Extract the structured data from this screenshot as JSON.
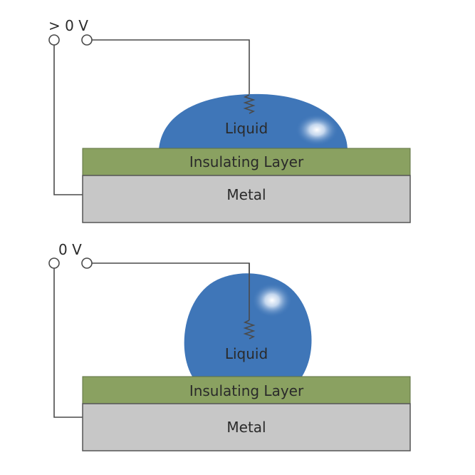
{
  "colors": {
    "liquid": "#3f76b8",
    "insulating_layer": "#8aa161",
    "metal": "#c7c7c7",
    "wire": "#4a4a4a",
    "outline": "#555555"
  },
  "panels": [
    {
      "voltage_label": "> 0 V",
      "liquid_label": "Liquid",
      "insulating_label": "Insulating Layer",
      "metal_label": "Metal"
    },
    {
      "voltage_label": "0 V",
      "liquid_label": "Liquid",
      "insulating_label": "Insulating Layer",
      "metal_label": "Metal"
    }
  ]
}
